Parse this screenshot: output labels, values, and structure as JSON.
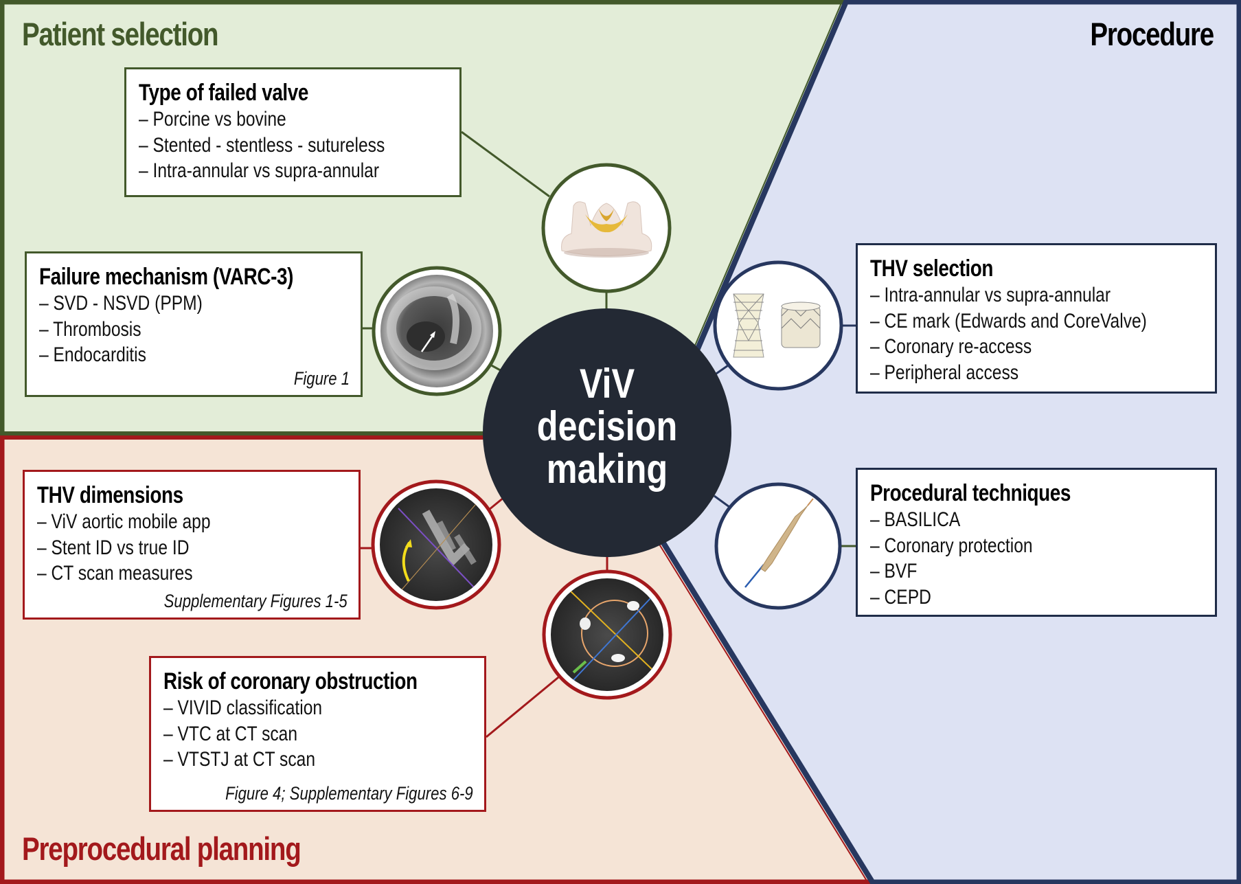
{
  "sections": {
    "patient_selection": {
      "title": "Patient selection",
      "color": "#43592b",
      "background": "#e3edd8"
    },
    "procedure": {
      "title": "Procedure",
      "color": "#1f2c48",
      "background": "#dde2f3"
    },
    "preprocedural_planning": {
      "title": "Preprocedural planning",
      "color": "#a3191c",
      "background": "#f5e4d6"
    }
  },
  "center": {
    "line1": "ViV",
    "line2": "decision",
    "line3": "making",
    "color": "#232934"
  },
  "boxes": {
    "failed_valve": {
      "title": "Type of failed valve",
      "items": [
        "– Porcine vs bovine",
        "– Stented - stentless - sutureless",
        "– Intra-annular vs supra-annular"
      ],
      "image": "surgical-bioprosthetic-valve"
    },
    "failure_mechanism": {
      "title": "Failure mechanism (VARC-3)",
      "items": [
        "– SVD - NSVD (PPM)",
        "– Thrombosis",
        "– Endocarditis"
      ],
      "reference": "Figure 1",
      "image": "echocardiogram"
    },
    "thv_selection": {
      "title": "THV selection",
      "items": [
        "– Intra-annular vs supra-annular",
        "– CE mark (Edwards and CoreValve)",
        "– Coronary re-access",
        "– Peripheral access"
      ],
      "image": "transcatheter-valves"
    },
    "procedural_techniques": {
      "title": "Procedural techniques",
      "items": [
        "– BASILICA",
        "– Coronary protection",
        "– BVF",
        "– CEPD"
      ],
      "image": "balloon-catheter"
    },
    "thv_dimensions": {
      "title": "THV dimensions",
      "items": [
        "– ViV aortic mobile app",
        "– Stent ID vs true ID",
        "– CT scan measures"
      ],
      "reference": "Supplementary Figures 1-5",
      "image": "ct-scan-valve-frame"
    },
    "coronary_obstruction": {
      "title": "Risk of coronary obstruction",
      "items": [
        "– VIVID classification",
        "– VTC at CT scan",
        "– VTSTJ at CT scan"
      ],
      "reference": "Figure 4; Supplementary Figures 6-9",
      "image": "ct-scan-cross-section"
    }
  }
}
